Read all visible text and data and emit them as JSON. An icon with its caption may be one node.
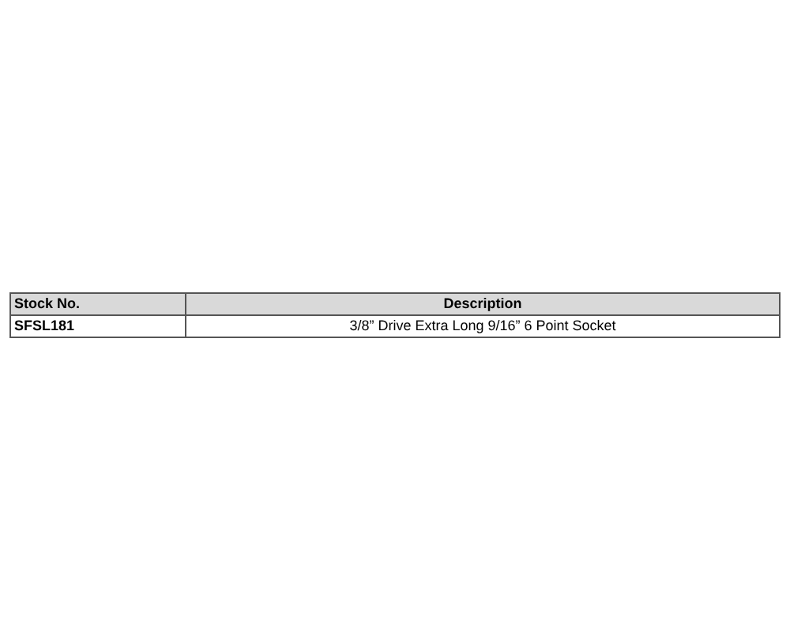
{
  "diagram": {
    "labels": [
      "Stock No.",
      "Description",
      "SFSL181",
      "3/8” Drive Extra Long 9/16” 6 Point Socket"
    ]
  }
}
